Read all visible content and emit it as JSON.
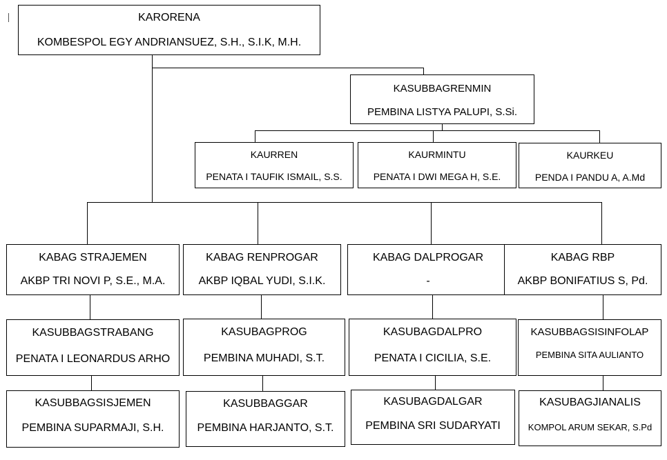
{
  "root": {
    "title": "KARORENA",
    "name": "KOMBESPOL EGY ANDRIANSUEZ, S.H., S.I.K, M.H."
  },
  "secretariat": {
    "head": {
      "title": "KASUBBAGRENMIN",
      "name": "PEMBINA LISTYA PALUPI, S.Si."
    },
    "units": [
      {
        "title": "KAURREN",
        "name": "PENATA I TAUFIK ISMAIL, S.S."
      },
      {
        "title": "KAURMINTU",
        "name": "PENATA I DWI MEGA  H, S.E."
      },
      {
        "title": "KAURKEU",
        "name": "PENDA I PANDU A, A.Md"
      }
    ]
  },
  "divisions": [
    {
      "title": "KABAG STRAJEMEN",
      "name": "AKBP TRI NOVI  P, S.E., M.A.",
      "subs": [
        {
          "title": "KASUBBAGSTRABANG",
          "name": "PENATA I LEONARDUS ARHO"
        },
        {
          "title": "KASUBBAGSISJEMEN",
          "name": "PEMBINA SUPARMAJI, S.H."
        }
      ]
    },
    {
      "title": "KABAG RENPROGAR",
      "name": "AKBP  IQBAL YUDI, S.I.K.",
      "subs": [
        {
          "title": "KASUBAGPROG",
          "name": "PEMBINA MUHADI, S.T."
        },
        {
          "title": "KASUBBAGGAR",
          "name": "PEMBINA HARJANTO, S.T."
        }
      ]
    },
    {
      "title": "KABAG DALPROGAR",
      "name": "-",
      "subs": [
        {
          "title": "KASUBAGDALPRO",
          "name": "PENATA I CICILIA, S.E."
        },
        {
          "title": "KASUBAGDALGAR",
          "name": "PEMBINA SRI SUDARYATI"
        }
      ]
    },
    {
      "title": "KABAG RBP",
      "name": "AKBP BONIFATIUS S, Pd.",
      "subs": [
        {
          "title": "KASUBBAGSISINFOLAP",
          "name": "PEMBINA SITA AULIANTO"
        },
        {
          "title": "KASUBAGJIANALIS",
          "name": "KOMPOL ARUM SEKAR, S.Pd"
        }
      ]
    }
  ]
}
